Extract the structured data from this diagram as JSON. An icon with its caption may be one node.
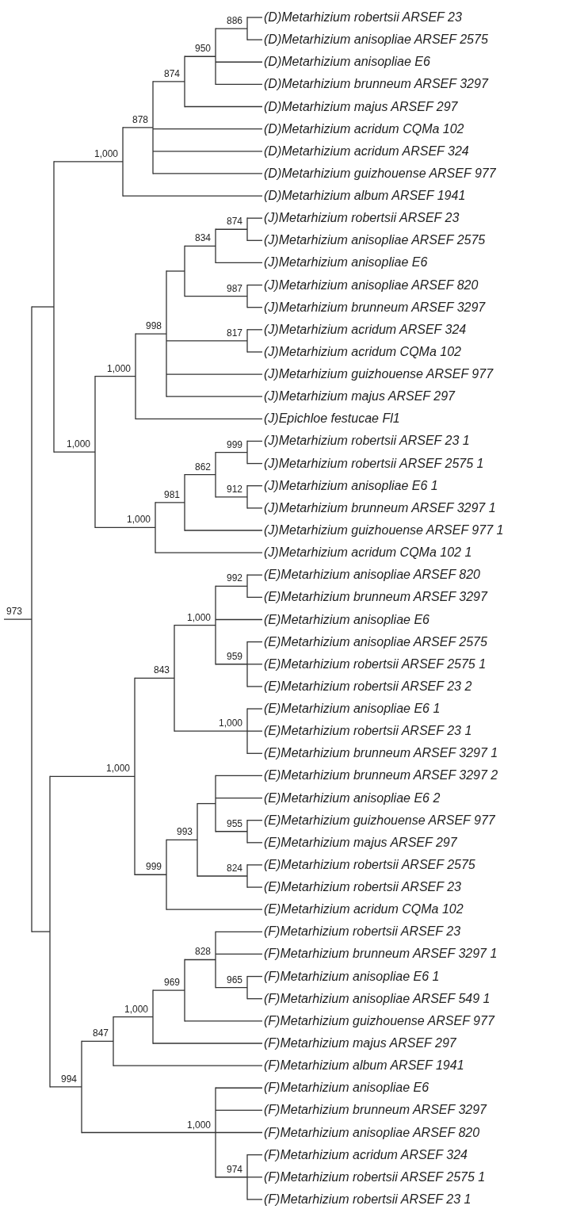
{
  "diagram": {
    "nodes": [
      {
        "text": [],
        "shape": "bar",
        "beside": [
          "973"
        ]
      },
      {
        "text": [],
        "shape": "bar"
      },
      {
        "text": [],
        "shape": "bar",
        "beside": [
          "1,000"
        ]
      },
      {
        "text": [],
        "shape": "bar",
        "beside": [
          "878"
        ]
      },
      {
        "text": [],
        "shape": "bar",
        "beside": [
          "874"
        ]
      },
      {
        "text": [],
        "shape": "bar",
        "beside": [
          "950"
        ]
      },
      {
        "text": [],
        "shape": "bar",
        "beside": [
          "886"
        ]
      },
      {
        "text": [
          "(D)Metarhizium robertsii ARSEF 23"
        ]
      },
      {
        "text": [
          "(D)Metarhizium anisopliae ARSEF 2575"
        ]
      },
      {
        "text": [
          "(D)Metarhizium anisopliae E6"
        ]
      },
      {
        "text": [
          "(D)Metarhizium brunneum ARSEF 3297"
        ]
      },
      {
        "text": [
          "(D)Metarhizium majus ARSEF 297"
        ]
      },
      {
        "text": [
          "(D)Metarhizium acridum CQMa 102"
        ]
      },
      {
        "text": [
          "(D)Metarhizium acridum ARSEF 324"
        ]
      },
      {
        "text": [
          "(D)Metarhizium guizhouense ARSEF 977"
        ]
      },
      {
        "text": [
          "(D)Metarhizium album ARSEF 1941"
        ]
      },
      {
        "text": [],
        "shape": "bar",
        "beside": [
          "1,000"
        ]
      },
      {
        "text": [],
        "shape": "bar",
        "beside": [
          "1,000"
        ]
      },
      {
        "text": [],
        "shape": "bar",
        "beside": [
          "998"
        ]
      },
      {
        "text": [],
        "shape": "bar"
      },
      {
        "text": [],
        "shape": "bar",
        "beside": [
          "834"
        ]
      },
      {
        "text": [],
        "shape": "bar",
        "beside": [
          "874"
        ]
      },
      {
        "text": [
          "(J)Metarhizium robertsii ARSEF 23"
        ]
      },
      {
        "text": [
          "(J)Metarhizium anisopliae ARSEF 2575"
        ]
      },
      {
        "text": [
          "(J)Metarhizium anisopliae E6"
        ]
      },
      {
        "text": [],
        "shape": "bar",
        "beside": [
          "987"
        ]
      },
      {
        "text": [
          "(J)Metarhizium anisopliae ARSEF 820"
        ]
      },
      {
        "text": [
          "(J)Metarhizium brunneum ARSEF 3297"
        ]
      },
      {
        "text": [],
        "shape": "bar",
        "beside": [
          "817"
        ]
      },
      {
        "text": [
          "(J)Metarhizium acridum ARSEF 324"
        ]
      },
      {
        "text": [
          "(J)Metarhizium acridum CQMa 102"
        ]
      },
      {
        "text": [
          "(J)Metarhizium guizhouense ARSEF 977"
        ]
      },
      {
        "text": [
          "(J)Metarhizium majus ARSEF 297"
        ]
      },
      {
        "text": [
          "(J)Epichloe festucae Fl1"
        ]
      },
      {
        "text": [],
        "shape": "bar",
        "beside": [
          "1,000"
        ]
      },
      {
        "text": [],
        "shape": "bar",
        "beside": [
          "981"
        ]
      },
      {
        "text": [],
        "shape": "bar",
        "beside": [
          "862"
        ]
      },
      {
        "text": [],
        "shape": "bar",
        "beside": [
          "999"
        ]
      },
      {
        "text": [
          "(J)Metarhizium robertsii ARSEF 23 1"
        ]
      },
      {
        "text": [
          "(J)Metarhizium robertsii ARSEF 2575 1"
        ]
      },
      {
        "text": [],
        "shape": "bar",
        "beside": [
          "912"
        ]
      },
      {
        "text": [
          "(J)Metarhizium anisopliae E6 1"
        ]
      },
      {
        "text": [
          "(J)Metarhizium brunneum ARSEF 3297 1"
        ]
      },
      {
        "text": [
          "(J)Metarhizium guizhouense ARSEF 977 1"
        ]
      },
      {
        "text": [
          "(J)Metarhizium acridum CQMa 102 1"
        ]
      },
      {
        "text": [],
        "shape": "bar"
      },
      {
        "text": [],
        "shape": "bar",
        "beside": [
          "1,000"
        ]
      },
      {
        "text": [],
        "shape": "bar",
        "beside": [
          "843"
        ]
      },
      {
        "text": [],
        "shape": "bar",
        "beside": [
          "1,000"
        ]
      },
      {
        "text": [],
        "shape": "bar",
        "beside": [
          "992"
        ]
      },
      {
        "text": [
          "(E)Metarhizium anisopliae ARSEF 820"
        ]
      },
      {
        "text": [
          "(E)Metarhizium brunneum ARSEF 3297"
        ]
      },
      {
        "text": [
          "(E)Metarhizium anisopliae E6"
        ]
      },
      {
        "text": [],
        "shape": "bar",
        "beside": [
          "959"
        ]
      },
      {
        "text": [
          "(E)Metarhizium anisopliae ARSEF 2575"
        ]
      },
      {
        "text": [
          "(E)Metarhizium robertsii ARSEF 2575 1"
        ]
      },
      {
        "text": [
          "(E)Metarhizium robertsii ARSEF 23 2"
        ]
      },
      {
        "text": [],
        "shape": "bar",
        "beside": [
          "1,000"
        ]
      },
      {
        "text": [
          "(E)Metarhizium anisopliae E6 1"
        ]
      },
      {
        "text": [
          "(E)Metarhizium robertsii ARSEF 23 1"
        ]
      },
      {
        "text": [
          "(E)Metarhizium brunneum ARSEF 3297 1"
        ]
      },
      {
        "text": [],
        "shape": "bar",
        "beside": [
          "999"
        ]
      },
      {
        "text": [],
        "shape": "bar",
        "beside": [
          "993"
        ]
      },
      {
        "text": [],
        "shape": "bar"
      },
      {
        "text": [
          "(E)Metarhizium brunneum ARSEF 3297 2"
        ]
      },
      {
        "text": [
          "(E)Metarhizium anisopliae E6 2"
        ]
      },
      {
        "text": [],
        "shape": "bar",
        "beside": [
          "955"
        ]
      },
      {
        "text": [
          "(E)Metarhizium guizhouense ARSEF 977"
        ]
      },
      {
        "text": [
          "(E)Metarhizium majus ARSEF 297"
        ]
      },
      {
        "text": [],
        "shape": "bar",
        "beside": [
          "824"
        ]
      },
      {
        "text": [
          "(E)Metarhizium robertsii ARSEF 2575"
        ]
      },
      {
        "text": [
          "(E)Metarhizium robertsii ARSEF 23"
        ]
      },
      {
        "text": [
          "(E)Metarhizium acridum CQMa 102"
        ]
      },
      {
        "text": [],
        "shape": "bar",
        "beside": [
          "994"
        ]
      },
      {
        "text": [],
        "shape": "bar",
        "beside": [
          "847"
        ]
      },
      {
        "text": [],
        "shape": "bar",
        "beside": [
          "1,000"
        ]
      },
      {
        "text": [],
        "shape": "bar",
        "beside": [
          "969"
        ]
      },
      {
        "text": [],
        "shape": "bar",
        "beside": [
          "828"
        ]
      },
      {
        "text": [
          "(F)Metarhizium robertsii ARSEF 23"
        ]
      },
      {
        "text": [
          "(F)Metarhizium brunneum ARSEF 3297 1"
        ]
      },
      {
        "text": [],
        "shape": "bar",
        "beside": [
          "965"
        ]
      },
      {
        "text": [
          "(F)Metarhizium anisopliae E6 1"
        ]
      },
      {
        "text": [
          "(F)Metarhizium anisopliae ARSEF 549 1"
        ]
      },
      {
        "text": [
          "(F)Metarhizium guizhouense ARSEF 977"
        ]
      },
      {
        "text": [
          "(F)Metarhizium majus ARSEF 297"
        ]
      },
      {
        "text": [
          "(F)Metarhizium album ARSEF 1941"
        ]
      },
      {
        "text": [],
        "shape": "bar",
        "beside": [
          "1,000"
        ]
      },
      {
        "text": [
          "(F)Metarhizium anisopliae E6"
        ]
      },
      {
        "text": [
          "(F)Metarhizium brunneum ARSEF 3297"
        ]
      },
      {
        "text": [
          "(F)Metarhizium anisopliae ARSEF 820"
        ]
      },
      {
        "text": [],
        "shape": "bar",
        "beside": [
          "974"
        ]
      },
      {
        "text": [
          "(F)Metarhizium acridum ARSEF 324"
        ]
      },
      {
        "text": [
          "(F)Metarhizium robertsii ARSEF 2575 1"
        ]
      },
      {
        "text": [
          "(F)Metarhizium robertsii ARSEF 23 1"
        ]
      }
    ],
    "edges": [
      {
        "from": null,
        "to": 0,
        "arrow": "none"
      },
      {
        "from": 0,
        "to": 1,
        "arrow": "none"
      },
      {
        "from": 0,
        "to": 45,
        "arrow": "none"
      },
      {
        "from": 1,
        "to": 2,
        "arrow": "none"
      },
      {
        "from": 1,
        "to": 16,
        "arrow": "none"
      },
      {
        "from": 2,
        "to": 3,
        "arrow": "none"
      },
      {
        "from": 2,
        "to": 15,
        "arrow": "none"
      },
      {
        "from": 3,
        "to": 4,
        "arrow": "none"
      },
      {
        "from": 3,
        "to": 12,
        "arrow": "none"
      },
      {
        "from": 3,
        "to": 13,
        "arrow": "none"
      },
      {
        "from": 3,
        "to": 14,
        "arrow": "none"
      },
      {
        "from": 4,
        "to": 5,
        "arrow": "none"
      },
      {
        "from": 4,
        "to": 11,
        "arrow": "none"
      },
      {
        "from": 5,
        "to": 6,
        "arrow": "none"
      },
      {
        "from": 5,
        "to": 9,
        "arrow": "none"
      },
      {
        "from": 5,
        "to": 10,
        "arrow": "none"
      },
      {
        "from": 6,
        "to": 7,
        "arrow": "none"
      },
      {
        "from": 6,
        "to": 8,
        "arrow": "none"
      },
      {
        "from": 16,
        "to": 17,
        "arrow": "none"
      },
      {
        "from": 16,
        "to": 34,
        "arrow": "none"
      },
      {
        "from": 17,
        "to": 18,
        "arrow": "none"
      },
      {
        "from": 17,
        "to": 33,
        "arrow": "none"
      },
      {
        "from": 18,
        "to": 19,
        "arrow": "none"
      },
      {
        "from": 18,
        "to": 28,
        "arrow": "none"
      },
      {
        "from": 18,
        "to": 31,
        "arrow": "none"
      },
      {
        "from": 18,
        "to": 32,
        "arrow": "none"
      },
      {
        "from": 19,
        "to": 20,
        "arrow": "none"
      },
      {
        "from": 19,
        "to": 25,
        "arrow": "none"
      },
      {
        "from": 20,
        "to": 21,
        "arrow": "none"
      },
      {
        "from": 20,
        "to": 24,
        "arrow": "none"
      },
      {
        "from": 21,
        "to": 22,
        "arrow": "none"
      },
      {
        "from": 21,
        "to": 23,
        "arrow": "none"
      },
      {
        "from": 25,
        "to": 26,
        "arrow": "none"
      },
      {
        "from": 25,
        "to": 27,
        "arrow": "none"
      },
      {
        "from": 28,
        "to": 29,
        "arrow": "none"
      },
      {
        "from": 28,
        "to": 30,
        "arrow": "none"
      },
      {
        "from": 34,
        "to": 35,
        "arrow": "none"
      },
      {
        "from": 34,
        "to": 44,
        "arrow": "none"
      },
      {
        "from": 35,
        "to": 36,
        "arrow": "none"
      },
      {
        "from": 35,
        "to": 43,
        "arrow": "none"
      },
      {
        "from": 36,
        "to": 37,
        "arrow": "none"
      },
      {
        "from": 36,
        "to": 40,
        "arrow": "none"
      },
      {
        "from": 37,
        "to": 38,
        "arrow": "none"
      },
      {
        "from": 37,
        "to": 39,
        "arrow": "none"
      },
      {
        "from": 40,
        "to": 41,
        "arrow": "none"
      },
      {
        "from": 40,
        "to": 42,
        "arrow": "none"
      },
      {
        "from": 45,
        "to": 46,
        "arrow": "none"
      },
      {
        "from": 45,
        "to": 73,
        "arrow": "none"
      },
      {
        "from": 46,
        "to": 47,
        "arrow": "none"
      },
      {
        "from": 46,
        "to": 61,
        "arrow": "none"
      },
      {
        "from": 47,
        "to": 48,
        "arrow": "none"
      },
      {
        "from": 47,
        "to": 57,
        "arrow": "none"
      },
      {
        "from": 48,
        "to": 49,
        "arrow": "none"
      },
      {
        "from": 48,
        "to": 52,
        "arrow": "none"
      },
      {
        "from": 48,
        "to": 53,
        "arrow": "none"
      },
      {
        "from": 49,
        "to": 50,
        "arrow": "none"
      },
      {
        "from": 49,
        "to": 51,
        "arrow": "none"
      },
      {
        "from": 53,
        "to": 54,
        "arrow": "none"
      },
      {
        "from": 53,
        "to": 55,
        "arrow": "none"
      },
      {
        "from": 53,
        "to": 56,
        "arrow": "none"
      },
      {
        "from": 57,
        "to": 58,
        "arrow": "none"
      },
      {
        "from": 57,
        "to": 59,
        "arrow": "none"
      },
      {
        "from": 57,
        "to": 60,
        "arrow": "none"
      },
      {
        "from": 61,
        "to": 62,
        "arrow": "none"
      },
      {
        "from": 61,
        "to": 72,
        "arrow": "none"
      },
      {
        "from": 62,
        "to": 63,
        "arrow": "none"
      },
      {
        "from": 62,
        "to": 69,
        "arrow": "none"
      },
      {
        "from": 63,
        "to": 64,
        "arrow": "none"
      },
      {
        "from": 63,
        "to": 65,
        "arrow": "none"
      },
      {
        "from": 63,
        "to": 66,
        "arrow": "none"
      },
      {
        "from": 66,
        "to": 67,
        "arrow": "none"
      },
      {
        "from": 66,
        "to": 68,
        "arrow": "none"
      },
      {
        "from": 69,
        "to": 70,
        "arrow": "none"
      },
      {
        "from": 69,
        "to": 71,
        "arrow": "none"
      },
      {
        "from": 73,
        "to": 74,
        "arrow": "none"
      },
      {
        "from": 73,
        "to": 86,
        "arrow": "none"
      },
      {
        "from": 74,
        "to": 75,
        "arrow": "none"
      },
      {
        "from": 74,
        "to": 85,
        "arrow": "none"
      },
      {
        "from": 75,
        "to": 76,
        "arrow": "none"
      },
      {
        "from": 75,
        "to": 84,
        "arrow": "none"
      },
      {
        "from": 76,
        "to": 77,
        "arrow": "none"
      },
      {
        "from": 76,
        "to": 83,
        "arrow": "none"
      },
      {
        "from": 77,
        "to": 78,
        "arrow": "none"
      },
      {
        "from": 77,
        "to": 79,
        "arrow": "none"
      },
      {
        "from": 77,
        "to": 80,
        "arrow": "none"
      },
      {
        "from": 80,
        "to": 81,
        "arrow": "none"
      },
      {
        "from": 80,
        "to": 82,
        "arrow": "none"
      },
      {
        "from": 86,
        "to": 87,
        "arrow": "none"
      },
      {
        "from": 86,
        "to": 88,
        "arrow": "none"
      },
      {
        "from": 86,
        "to": 89,
        "arrow": "none"
      },
      {
        "from": 86,
        "to": 90,
        "arrow": "none"
      },
      {
        "from": 90,
        "to": 91,
        "arrow": "none"
      },
      {
        "from": 90,
        "to": 92,
        "arrow": "none"
      },
      {
        "from": 90,
        "to": 93,
        "arrow": "none"
      }
    ]
  }
}
